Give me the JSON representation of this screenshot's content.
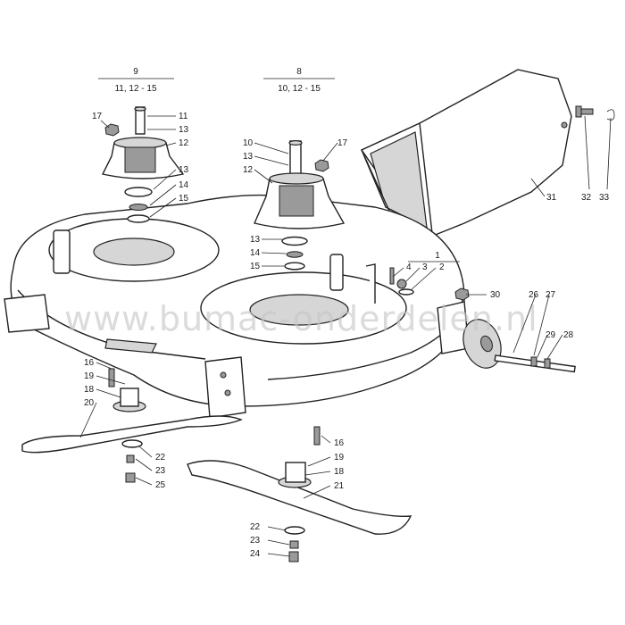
{
  "watermark": "www.bumac-onderdelen.nl",
  "groups": [
    {
      "id": "group-9",
      "number": "9",
      "members": "11, 12 - 15"
    },
    {
      "id": "group-8",
      "number": "8",
      "members": "10, 12 - 15"
    },
    {
      "id": "group-1",
      "number": "1",
      "members": ""
    }
  ],
  "labels": [
    {
      "id": "p17a",
      "text": "17"
    },
    {
      "id": "p11",
      "text": "11"
    },
    {
      "id": "p13a",
      "text": "13"
    },
    {
      "id": "p12a",
      "text": "12"
    },
    {
      "id": "p13b",
      "text": "13"
    },
    {
      "id": "p14a",
      "text": "14"
    },
    {
      "id": "p15a",
      "text": "15"
    },
    {
      "id": "p10",
      "text": "10"
    },
    {
      "id": "p13c",
      "text": "13"
    },
    {
      "id": "p12b",
      "text": "12"
    },
    {
      "id": "p17b",
      "text": "17"
    },
    {
      "id": "p13d",
      "text": "13"
    },
    {
      "id": "p14b",
      "text": "14"
    },
    {
      "id": "p15b",
      "text": "15"
    },
    {
      "id": "p4",
      "text": "4"
    },
    {
      "id": "p3",
      "text": "3"
    },
    {
      "id": "p2",
      "text": "2"
    },
    {
      "id": "p30",
      "text": "30"
    },
    {
      "id": "p26",
      "text": "26"
    },
    {
      "id": "p27",
      "text": "27"
    },
    {
      "id": "p29",
      "text": "29"
    },
    {
      "id": "p28",
      "text": "28"
    },
    {
      "id": "p31",
      "text": "31"
    },
    {
      "id": "p32",
      "text": "32"
    },
    {
      "id": "p33",
      "text": "33"
    },
    {
      "id": "p16a",
      "text": "16"
    },
    {
      "id": "p19a",
      "text": "19"
    },
    {
      "id": "p18a",
      "text": "18"
    },
    {
      "id": "p20",
      "text": "20"
    },
    {
      "id": "p22a",
      "text": "22"
    },
    {
      "id": "p23a",
      "text": "23"
    },
    {
      "id": "p25",
      "text": "25"
    },
    {
      "id": "p16b",
      "text": "16"
    },
    {
      "id": "p19b",
      "text": "19"
    },
    {
      "id": "p18b",
      "text": "18"
    },
    {
      "id": "p21",
      "text": "21"
    },
    {
      "id": "p22b",
      "text": "22"
    },
    {
      "id": "p23b",
      "text": "23"
    },
    {
      "id": "p24",
      "text": "24"
    }
  ]
}
